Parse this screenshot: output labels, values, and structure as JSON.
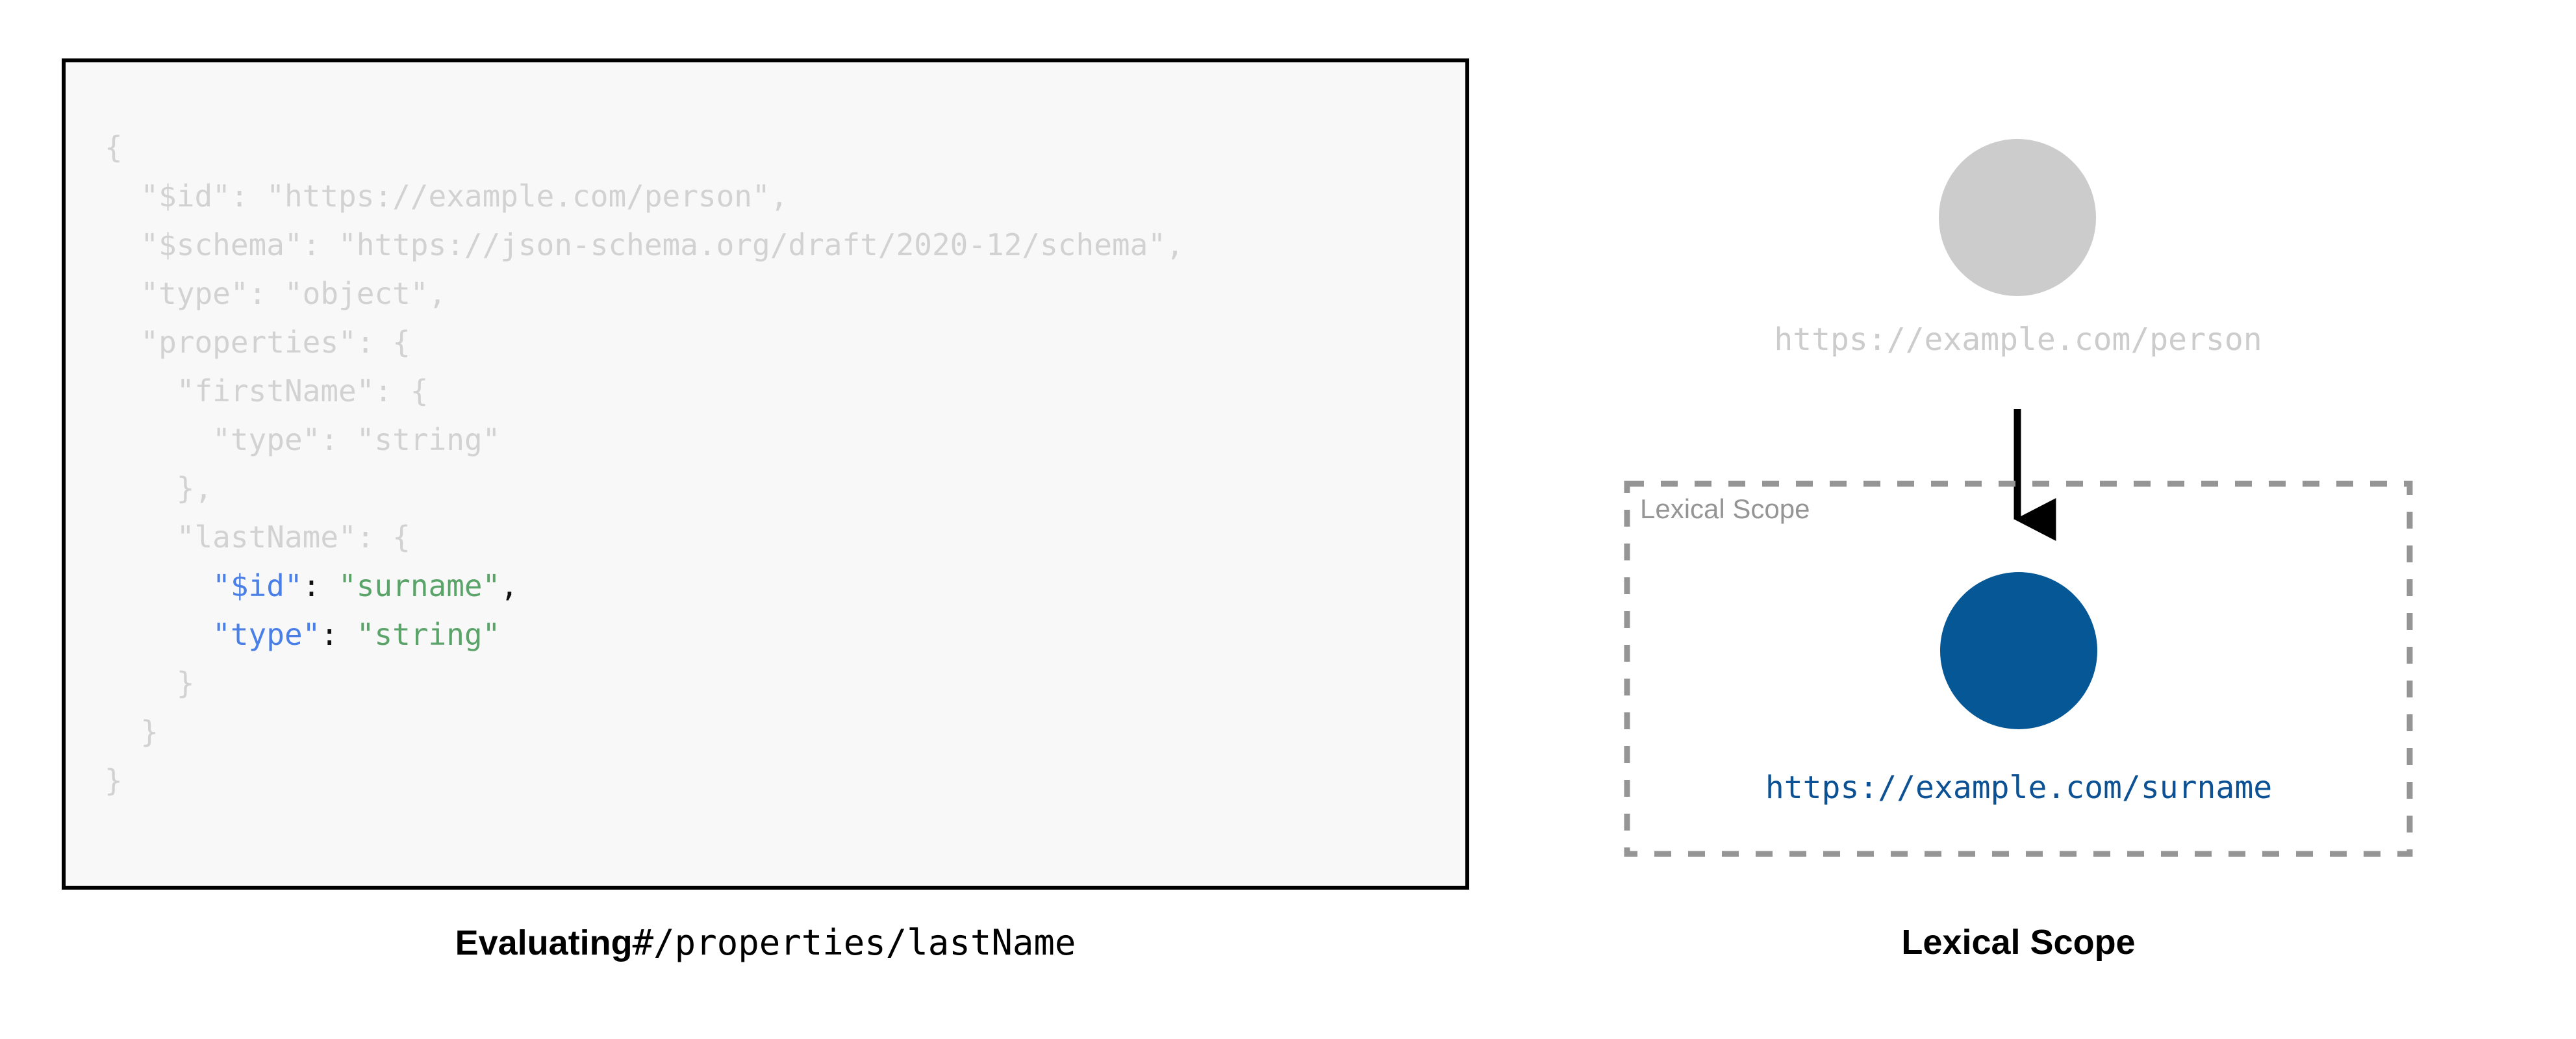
{
  "left": {
    "code_lines": [
      {
        "segments": [
          {
            "text": "{",
            "style": "dim"
          }
        ]
      },
      {
        "segments": [
          {
            "text": "  \"$id\": \"https://example.com/person\",",
            "style": "dim"
          }
        ]
      },
      {
        "segments": [
          {
            "text": "  \"$schema\": \"https://json-schema.org/draft/2020-12/schema\",",
            "style": "dim"
          }
        ]
      },
      {
        "segments": [
          {
            "text": "  \"type\": \"object\",",
            "style": "dim"
          }
        ]
      },
      {
        "segments": [
          {
            "text": "  \"properties\": {",
            "style": "dim"
          }
        ]
      },
      {
        "segments": [
          {
            "text": "    \"firstName\": {",
            "style": "dim"
          }
        ]
      },
      {
        "segments": [
          {
            "text": "      \"type\": \"string\"",
            "style": "dim"
          }
        ]
      },
      {
        "segments": [
          {
            "text": "    },",
            "style": "dim"
          }
        ]
      },
      {
        "segments": [
          {
            "text": "    \"lastName\": {",
            "style": "dim"
          }
        ]
      },
      {
        "segments": [
          {
            "text": "      ",
            "style": "dim"
          },
          {
            "text": "\"$id\"",
            "style": "k"
          },
          {
            "text": ": ",
            "style": "p"
          },
          {
            "text": "\"surname\"",
            "style": "v"
          },
          {
            "text": ",",
            "style": "p"
          }
        ]
      },
      {
        "segments": [
          {
            "text": "      ",
            "style": "dim"
          },
          {
            "text": "\"type\"",
            "style": "k"
          },
          {
            "text": ": ",
            "style": "p"
          },
          {
            "text": "\"string\"",
            "style": "v"
          }
        ]
      },
      {
        "segments": [
          {
            "text": "    }",
            "style": "dim"
          }
        ]
      },
      {
        "segments": [
          {
            "text": "  }",
            "style": "dim"
          }
        ]
      },
      {
        "segments": [
          {
            "text": "}",
            "style": "dim"
          }
        ]
      }
    ],
    "caption_strong": "Evaluating",
    "caption_mono": "#/properties/lastName"
  },
  "right": {
    "outer_node_label": "https://example.com/person",
    "inner_node_label": "https://example.com/surname",
    "scope_box_label": "Lexical Scope",
    "caption": "Lexical Scope"
  },
  "colors": {
    "code_dim": "#d2d2d2",
    "code_key": "#4a7fe8",
    "code_value": "#5aa469",
    "code_punct": "#111111",
    "code_bg": "#f8f8f8",
    "code_border": "#000000",
    "outer_node_fill": "#cccccc",
    "inner_node_fill": "#055795",
    "scope_border": "#959595",
    "arrow": "#000000",
    "inner_label": "#0c5193"
  }
}
